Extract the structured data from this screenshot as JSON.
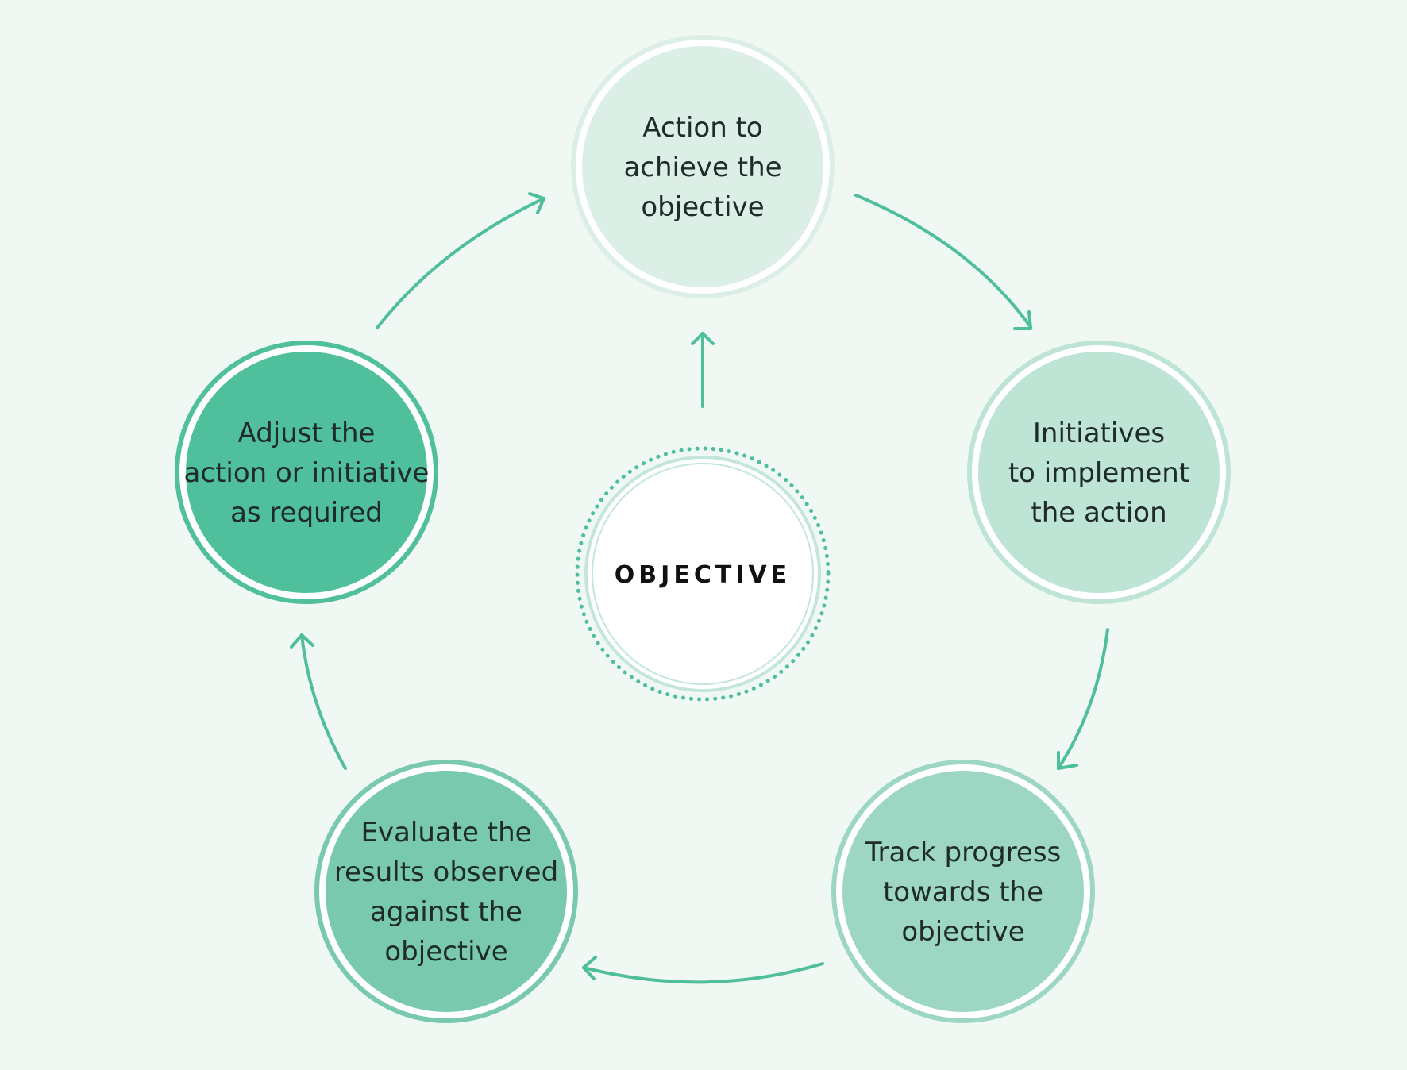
{
  "center": {
    "label": "OBJECTIVE"
  },
  "nodes": [
    {
      "id": "action",
      "lines": [
        "Action to",
        "achieve the",
        "objective"
      ],
      "fill": "#dcefe6",
      "ring": "#dcefe6"
    },
    {
      "id": "initiatives",
      "lines": [
        "Initiatives",
        "to implement",
        "the action"
      ],
      "fill": "#bde4d4",
      "ring": "#bde4d4"
    },
    {
      "id": "track",
      "lines": [
        "Track progress",
        "towards the",
        "objective"
      ],
      "fill": "#9dd7c3",
      "ring": "#9dd7c3"
    },
    {
      "id": "evaluate",
      "lines": [
        "Evaluate the",
        "results observed",
        "against the",
        "objective"
      ],
      "fill": "#79c9ae",
      "ring": "#79c9ae"
    },
    {
      "id": "adjust",
      "lines": [
        "Adjust the",
        "action or initiative",
        "as required"
      ],
      "fill": "#50c09c",
      "ring": "#50c09c"
    }
  ],
  "colors": {
    "background": "#eff8f2",
    "arrow": "#4fbf9b",
    "center_ring": "#c4e6da",
    "center_dots": "#4fbf9b"
  }
}
